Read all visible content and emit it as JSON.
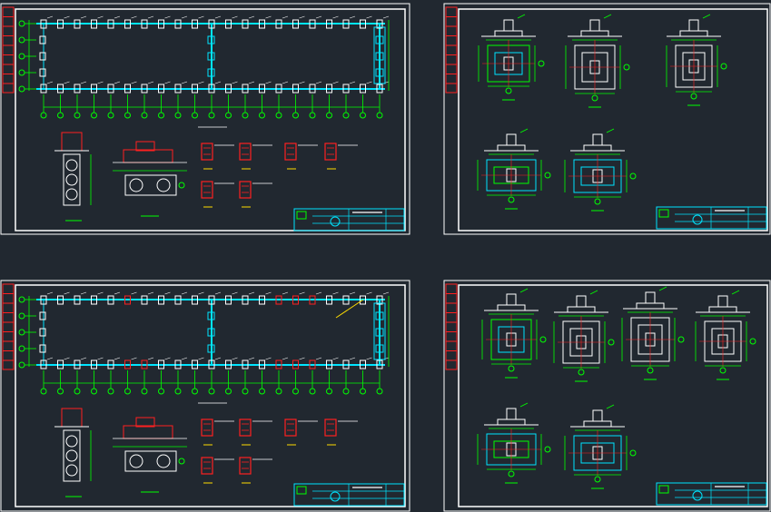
{
  "canvas": {
    "background": "#212830"
  },
  "colors": {
    "sheet_border": "#ffffff",
    "beam": "#00e5ff",
    "column": "#ffffff",
    "grid_axis": "#00ff00",
    "dimension": "#00ff00",
    "rebar": "#ff2020",
    "title_block": "#00e5ff"
  },
  "sheets": [
    {
      "id": "sheet-top-left",
      "kind": "foundation-plan"
    },
    {
      "id": "sheet-top-right",
      "kind": "footing-details"
    },
    {
      "id": "sheet-bottom-left",
      "kind": "foundation-plan"
    },
    {
      "id": "sheet-bottom-right",
      "kind": "footing-details"
    }
  ]
}
